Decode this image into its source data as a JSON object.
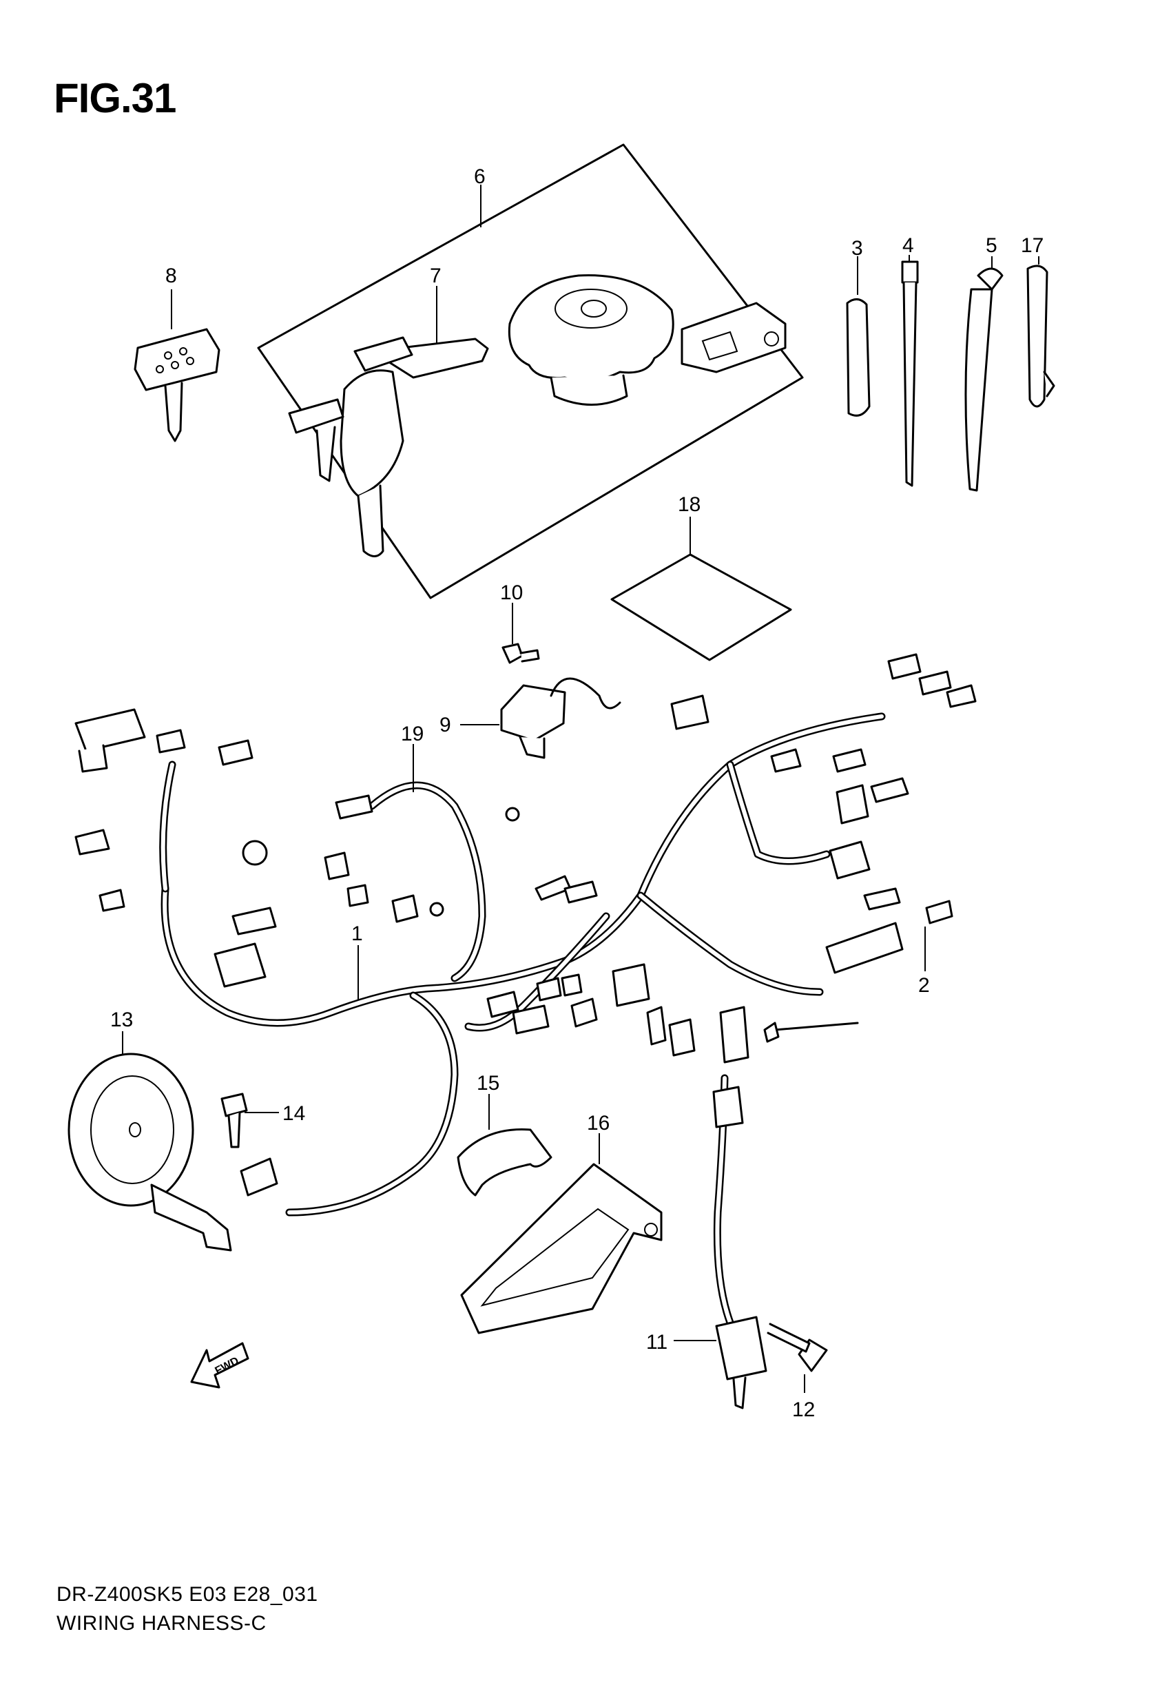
{
  "figure": {
    "title": "FIG.31",
    "code": "DR-Z400SK5 E03 E28_031",
    "name": "WIRING HARNESS-C"
  },
  "callouts": [
    "1",
    "2",
    "3",
    "4",
    "5",
    "6",
    "7",
    "8",
    "9",
    "10",
    "11",
    "12",
    "13",
    "14",
    "15",
    "16",
    "17",
    "18",
    "19"
  ],
  "forward_badge": "FWD"
}
